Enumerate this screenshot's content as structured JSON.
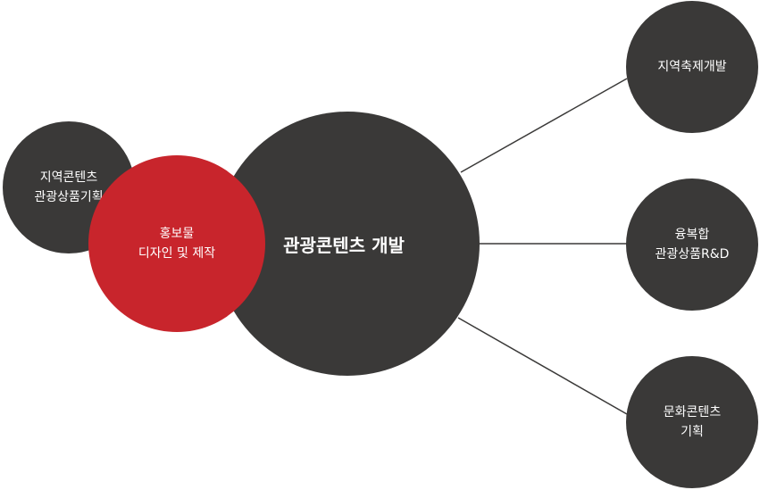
{
  "diagram": {
    "center": {
      "label": "관광콘텐츠 개발"
    },
    "left_red": {
      "lines": [
        "홍보물",
        "디자인 및 제작"
      ]
    },
    "far_left": {
      "lines": [
        "지역콘텐츠",
        "관광상품기획"
      ]
    },
    "right": [
      {
        "lines": [
          "지역축제개발"
        ]
      },
      {
        "lines": [
          "융복합",
          "관광상품R&D"
        ]
      },
      {
        "lines": [
          "문화콘텐츠",
          "기획"
        ]
      }
    ]
  },
  "colors": {
    "dark_node": "#3a3938",
    "accent_node": "#c8252c",
    "connector": "#3a3938",
    "text": "#ffffff"
  }
}
